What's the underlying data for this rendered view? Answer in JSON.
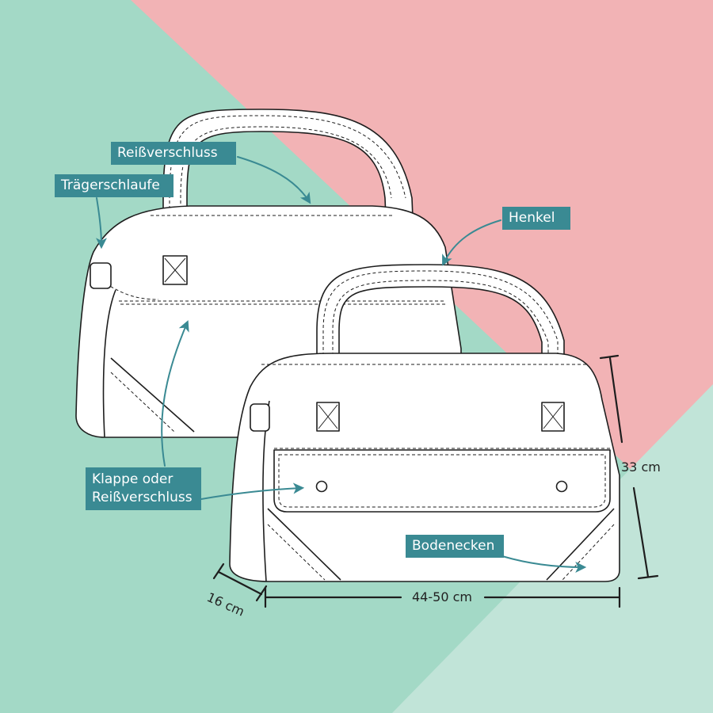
{
  "colors": {
    "background_teal": "#a3d9c6",
    "background_pink": "#f2b3b5",
    "background_light_teal": "#c1e4d8",
    "label_fill": "#3a8a93",
    "arrow": "#3a8a93",
    "outline": "#1e1e1e",
    "bag_fill": "#ffffff"
  },
  "labels": {
    "reissverschluss": "Reißverschluss",
    "traegerschlaufe": "Trägerschlaufe",
    "henkel": "Henkel",
    "klappe_line1": "Klappe oder",
    "klappe_line2": "Reißverschluss",
    "bodenecken": "Bodenecken"
  },
  "dimensions": {
    "height": "33 cm",
    "width": "44-50 cm",
    "depth": "16 cm"
  }
}
